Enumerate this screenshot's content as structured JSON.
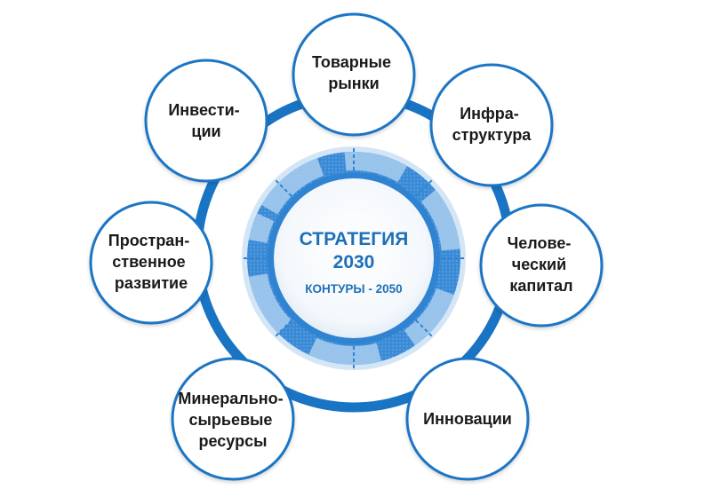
{
  "center": {
    "title_line1": "СТРАТЕГИЯ",
    "title_line2": "2030",
    "subtitle": "КОНТУРЫ - 2050"
  },
  "nodes": [
    {
      "id": "tovarnye-rynki",
      "lines": [
        "Товарные",
        "рынки"
      ]
    },
    {
      "id": "infrastruktura",
      "lines": [
        "Инфра-",
        "структура"
      ]
    },
    {
      "id": "chelovecheskiy-kapital",
      "lines": [
        "Челове-",
        "ческий",
        "капитал"
      ]
    },
    {
      "id": "innovatsii",
      "lines": [
        "Инновации"
      ]
    },
    {
      "id": "mineralno-syrevye-resursy",
      "lines": [
        "Минерально-",
        "сырьевые",
        "ресурсы"
      ]
    },
    {
      "id": "prostranstvennoe-razvitie",
      "lines": [
        "Простран-",
        "ственное",
        "развитие"
      ]
    },
    {
      "id": "investitsii",
      "lines": [
        "Инвести-",
        "ции"
      ]
    }
  ],
  "colors": {
    "ring": "#1a74c4",
    "node_border": "#1a74c4",
    "center_text": "#1f6fb8",
    "gear_light": "#a9cdee",
    "gear_mid": "#5fa2dd",
    "gear_dark": "#2f83d1"
  }
}
